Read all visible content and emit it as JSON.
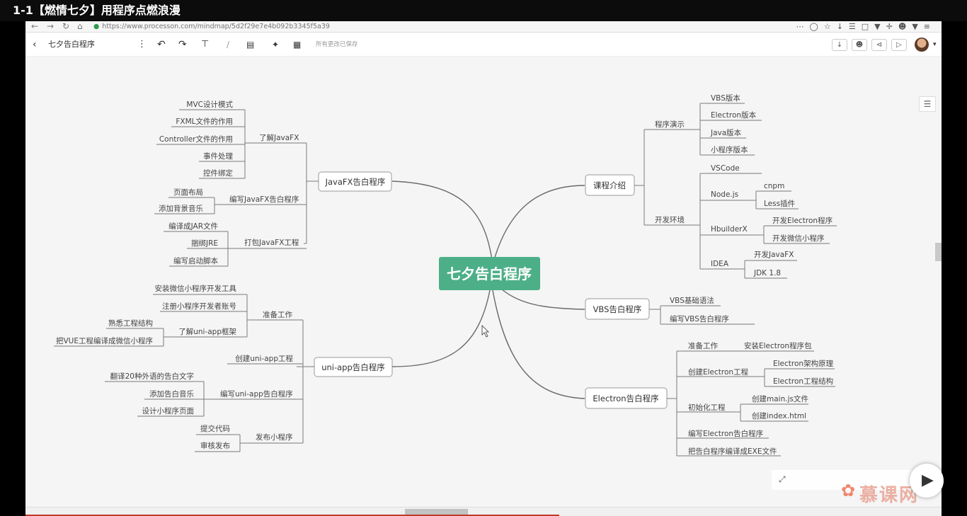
{
  "video": {
    "title": "1-1【燃情七夕】用程序点燃浪漫"
  },
  "browser": {
    "url": "https://www.processon.com/mindmap/5d2f29e7e4b092b3345f5a39"
  },
  "toolbar": {
    "doc_title": "七夕告白程序",
    "saved_status": "所有更改已保存"
  },
  "mindmap": {
    "root": "七夕告白程序",
    "branches": {
      "javafx": {
        "label": "JavaFX告白程序",
        "understand": {
          "label": "了解JavaFX",
          "items": [
            "MVC设计模式",
            "FXML文件的作用",
            "Controller文件的作用",
            "事件处理",
            "控件绑定"
          ]
        },
        "write": {
          "label": "编写JavaFX告白程序",
          "items": [
            "页面布局",
            "添加背景音乐"
          ]
        },
        "pack": {
          "label": "打包JavaFX工程",
          "items": [
            "编译成JAR文件",
            "捆绑JRE",
            "编写启动脚本"
          ]
        }
      },
      "uniapp": {
        "label": "uni-app告白程序",
        "prepare": {
          "label": "准备工作",
          "items": [
            "安装微信小程序开发工具",
            "注册小程序开发者账号"
          ]
        },
        "know": {
          "label": "了解uni-app框架",
          "items": [
            "熟悉工程结构",
            "把VUE工程编译成微信小程序"
          ]
        },
        "create": {
          "label": "创建uni-app工程"
        },
        "write": {
          "label": "编写uni-app告白程序",
          "items": [
            "翻译20种外语的告白文字",
            "添加告白音乐",
            "设计小程序页面"
          ]
        },
        "publish": {
          "label": "发布小程序",
          "items": [
            "提交代码",
            "审核发布"
          ]
        }
      },
      "course": {
        "label": "课程介绍",
        "demo": {
          "label": "程序演示",
          "items": [
            "VBS版本",
            "Electron版本",
            "Java版本",
            "小程序版本"
          ]
        },
        "env": {
          "label": "开发环境",
          "vscode": "VSCode",
          "node": {
            "label": "Node.js",
            "items": [
              "cnpm",
              "Less插件"
            ]
          },
          "hbuilder": {
            "label": "HbuilderX",
            "items": [
              "开发Electron程序",
              "开发微信小程序"
            ]
          },
          "idea": {
            "label": "IDEA",
            "items": [
              "开发JavaFX",
              "JDK 1.8"
            ]
          }
        }
      },
      "vbs": {
        "label": "VBS告白程序",
        "items": [
          "VBS基础语法",
          "编写VBS告白程序"
        ]
      },
      "electron": {
        "label": "Electron告白程序",
        "prepare": {
          "label": "准备工作",
          "items": [
            "安装Electron程序包"
          ]
        },
        "create": {
          "label": "创建Electron工程",
          "items": [
            "Electron架构原理",
            "Electron工程结构"
          ]
        },
        "init": {
          "label": "初始化工程",
          "items": [
            "创建main.js文件",
            "创建index.html"
          ]
        },
        "write": {
          "label": "编写Electron告白程序"
        },
        "compile": {
          "label": "把告白程序编译成EXE文件"
        }
      }
    }
  },
  "logo": {
    "text": "慕课网"
  },
  "colors": {
    "root_bg": "#4caf88",
    "line": "#777777",
    "canvas_bg": "#f5f5f5"
  }
}
